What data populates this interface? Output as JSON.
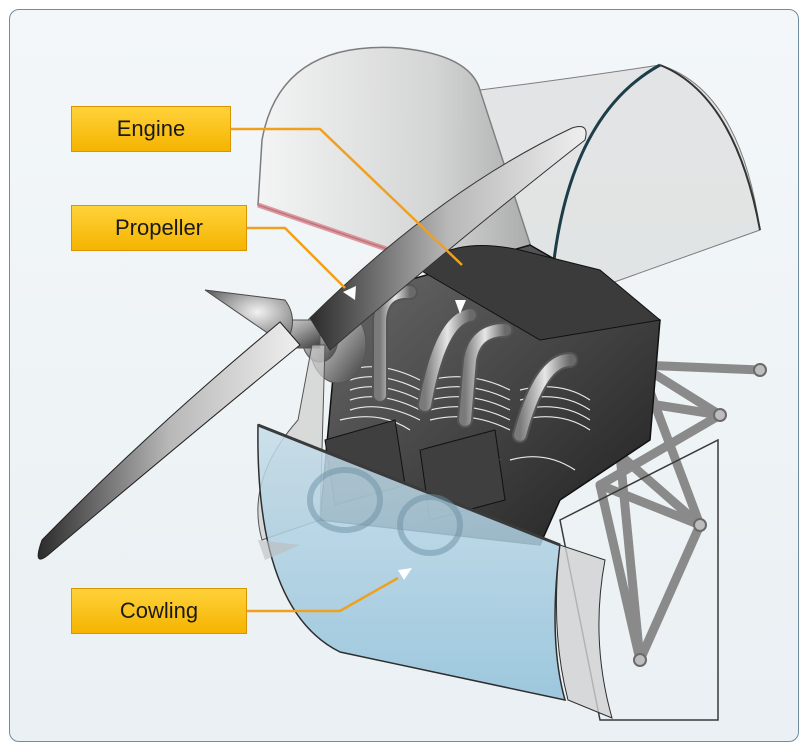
{
  "labels": {
    "engine": "Engine",
    "propeller": "Propeller",
    "cowling": "Cowling"
  },
  "colors": {
    "frame_border": "#6f8d9c",
    "label_fill": "#f5b400",
    "leader_line": "#f0a020",
    "cowling_tint": "#a9cfe3"
  }
}
